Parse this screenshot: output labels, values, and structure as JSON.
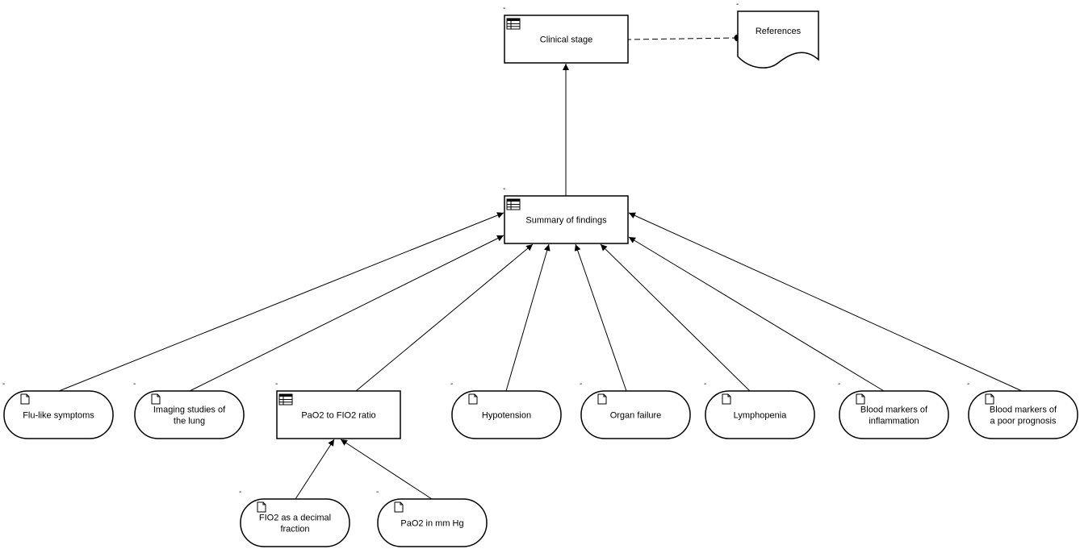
{
  "diagram": {
    "nodes": [
      {
        "id": "clinical",
        "label": [
          "Clinical stage"
        ],
        "type": "table",
        "marker": "-"
      },
      {
        "id": "references",
        "label": [
          "References"
        ],
        "type": "document",
        "marker": "-"
      },
      {
        "id": "summary",
        "label": [
          "Summary of findings"
        ],
        "type": "table",
        "marker": "-"
      },
      {
        "id": "flu",
        "label": [
          "Flu-like symptoms"
        ],
        "type": "data",
        "marker": "-"
      },
      {
        "id": "imaging",
        "label": [
          "Imaging studies of",
          "the lung"
        ],
        "type": "data",
        "marker": "-"
      },
      {
        "id": "pao2ratio",
        "label": [
          "PaO2 to FIO2 ratio"
        ],
        "type": "table",
        "marker": "-"
      },
      {
        "id": "hypotension",
        "label": [
          "Hypotension"
        ],
        "type": "data",
        "marker": "-"
      },
      {
        "id": "organ",
        "label": [
          "Organ failure"
        ],
        "type": "data",
        "marker": "-"
      },
      {
        "id": "lympho",
        "label": [
          "Lymphopenia"
        ],
        "type": "data",
        "marker": "-"
      },
      {
        "id": "inflam",
        "label": [
          "Blood markers of",
          "inflammation"
        ],
        "type": "data",
        "marker": "-"
      },
      {
        "id": "prognosis",
        "label": [
          "Blood markers of",
          "a poor prognosis"
        ],
        "type": "data",
        "marker": "-"
      },
      {
        "id": "fio2",
        "label": [
          "FIO2 as a decimal",
          "fraction"
        ],
        "type": "data",
        "marker": "-"
      },
      {
        "id": "pao2mm",
        "label": [
          "PaO2 in mm Hg"
        ],
        "type": "data",
        "marker": "-"
      }
    ],
    "edges": [
      {
        "from": "summary",
        "to": "clinical",
        "style": "arrow"
      },
      {
        "from": "references",
        "to": "clinical",
        "style": "dashed-dot"
      },
      {
        "from": "flu",
        "to": "summary",
        "style": "arrow"
      },
      {
        "from": "imaging",
        "to": "summary",
        "style": "arrow"
      },
      {
        "from": "pao2ratio",
        "to": "summary",
        "style": "arrow"
      },
      {
        "from": "hypotension",
        "to": "summary",
        "style": "arrow"
      },
      {
        "from": "organ",
        "to": "summary",
        "style": "arrow"
      },
      {
        "from": "lympho",
        "to": "summary",
        "style": "arrow"
      },
      {
        "from": "inflam",
        "to": "summary",
        "style": "arrow"
      },
      {
        "from": "prognosis",
        "to": "summary",
        "style": "arrow"
      },
      {
        "from": "fio2",
        "to": "pao2ratio",
        "style": "arrow"
      },
      {
        "from": "pao2mm",
        "to": "pao2ratio",
        "style": "arrow"
      }
    ]
  }
}
